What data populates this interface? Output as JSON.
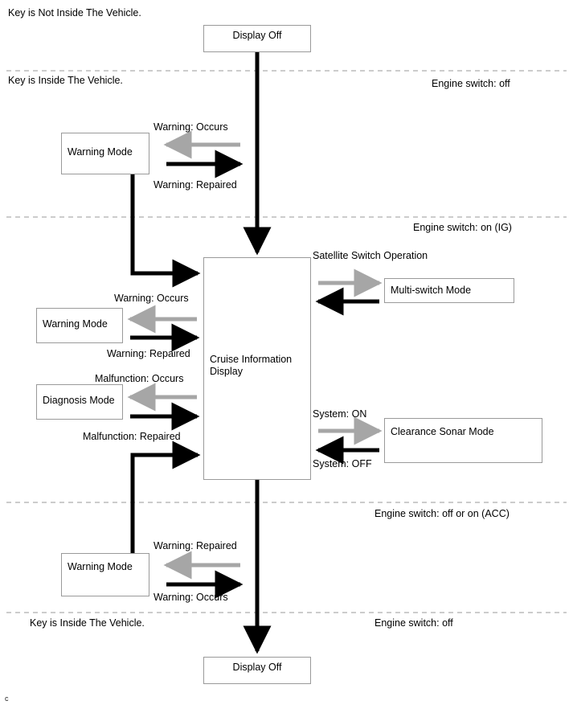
{
  "figure": {
    "title": "Cruise Information Display mode transition diagram",
    "corner_mark": "c",
    "colors": {
      "line_black": "#000000",
      "arrow_gray": "#a6a6a6",
      "box_border": "#9a9a9a",
      "dashed_divider": "#9a9a9a",
      "background": "#ffffff"
    }
  },
  "zones": [
    {
      "id": "zone-key-outside",
      "left_label": "Key is Not Inside The Vehicle.",
      "right_label": ""
    },
    {
      "id": "zone-engine-off-top",
      "left_label": "Key is Inside The Vehicle.",
      "right_label": "Engine switch: off"
    },
    {
      "id": "zone-engine-on-ig",
      "left_label": "",
      "right_label": "Engine switch: on (IG)"
    },
    {
      "id": "zone-engine-off-acc",
      "left_label": "",
      "right_label": "Engine switch: off or on (ACC)"
    },
    {
      "id": "zone-engine-off-bottom",
      "left_label": "Key is Inside The Vehicle.",
      "right_label": "Engine switch: off"
    }
  ],
  "nodes": [
    {
      "id": "display-off-top",
      "label": "Display Off"
    },
    {
      "id": "warning-mode-top",
      "label": "Warning Mode"
    },
    {
      "id": "cruise-information-display",
      "label": "Cruise Information\nDisplay"
    },
    {
      "id": "multi-switch-mode",
      "label": "Multi-switch Mode"
    },
    {
      "id": "warning-mode-middle",
      "label": "Warning Mode"
    },
    {
      "id": "diagnosis-mode",
      "label": "Diagnosis Mode"
    },
    {
      "id": "clearance-sonar-mode",
      "label": "Clearance Sonar Mode"
    },
    {
      "id": "warning-mode-bottom",
      "label": "Warning Mode"
    },
    {
      "id": "display-off-bottom",
      "label": "Display Off"
    }
  ],
  "edge_labels": {
    "satellite_switch_operation": "Satellite Switch Operation",
    "warning_occurs_top": "Warning: Occurs",
    "warning_repaired_top": "Warning: Repaired",
    "warning_occurs_middle": "Warning: Occurs",
    "warning_repaired_middle": "Warning: Repaired",
    "malfunction_occurs": "Malfunction: Occurs",
    "malfunction_repaired": "Malfunction: Repaired",
    "system_on": "System: ON",
    "system_off": "System: OFF",
    "warning_repaired_bottom": "Warning: Repaired",
    "warning_occurs_bottom": "Warning: Occurs"
  }
}
